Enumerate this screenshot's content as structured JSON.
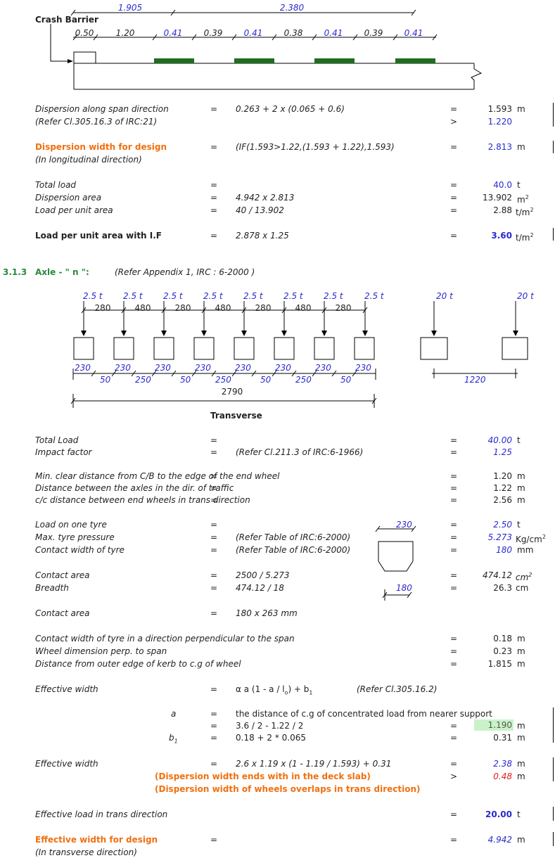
{
  "crash_barrier": {
    "title": "Crash Barrier",
    "top_dims": [
      "1.905",
      "2.380"
    ],
    "lower_dims": [
      "0.50",
      "1.20",
      "0.41",
      "0.39",
      "0.41",
      "0.38",
      "0.41",
      "0.39",
      "0.41"
    ]
  },
  "dispersion_span": {
    "label": "Dispersion along span direction",
    "ref": "(Refer Cl.305.16.3 of IRC:21)",
    "formula": "0.263 + 2 x (0.065 + 0.6)",
    "value": "1.593",
    "unit": "m",
    "limit": "1.220"
  },
  "dispersion_design": {
    "label": "Dispersion width for design",
    "sub": "(In longitudinal direction)",
    "formula": "(IF(1.593>1.22,(1.593 + 1.22),1.593)",
    "value": "2.813",
    "unit": "m"
  },
  "loads": {
    "total_label": "Total load",
    "total_value": "40.0",
    "total_unit": "t",
    "area_label": "Dispersion area",
    "area_formula": "4.942 x 2.813",
    "area_value": "13.902",
    "area_unit": "m",
    "unit_label": "Load per unit area",
    "unit_formula": "40 / 13.902",
    "unit_value": "2.88",
    "unit_unit": "t/m",
    "if_label": "Load per unit area with I.F",
    "if_formula": "2.878 x 1.25",
    "if_value": "3.60",
    "if_unit": "t/m"
  },
  "section": {
    "number": "3.1.3",
    "title": "Axle - \" n \":",
    "ref": "(Refer Appendix 1, IRC : 6-2000 )"
  },
  "axle_diagram": {
    "wheel_loads": [
      "2.5 t",
      "2.5 t",
      "2.5 t",
      "2.5 t",
      "2.5 t",
      "2.5 t",
      "2.5 t",
      "2.5 t"
    ],
    "spacings": [
      "280",
      "480",
      "280",
      "480",
      "280",
      "480",
      "280"
    ],
    "big_loads": [
      "20 t",
      "20 t"
    ],
    "tyre_width": "230",
    "gaps": [
      "50",
      "250",
      "50",
      "250",
      "50",
      "250",
      "50"
    ],
    "total_span": "2790",
    "big_gap": "1220",
    "caption": "Transverse"
  },
  "rows": {
    "total_load": {
      "label": "Total Load",
      "value": "40.00",
      "unit": "t"
    },
    "impact": {
      "label": "Impact factor",
      "ref": "(Refer Cl.211.3 of IRC:6-1966)",
      "value": "1.25"
    },
    "min_clear": {
      "label": "Min. clear distance from C/B to the edge  of the end wheel",
      "value": "1.20",
      "unit": "m"
    },
    "axle_dist": {
      "label": "Distance between the axles in the dir. of traffic",
      "value": "1.22",
      "unit": "m"
    },
    "cc_dist": {
      "label": "c/c distance between end wheels in trans direction",
      "value": "2.56",
      "unit": "m"
    },
    "tyre_load": {
      "label": "Load on one tyre",
      "value": "2.50",
      "unit": "t"
    },
    "tyre_pressure": {
      "label": "Max. tyre pressure",
      "ref": "(Refer Table of IRC:6-2000)",
      "value": "5.273",
      "unit": "Kg/cm"
    },
    "contact_width": {
      "label": "Contact width of tyre",
      "ref": "(Refer Table of IRC:6-2000)",
      "value": "180",
      "unit": "mm"
    },
    "tyre_top": "230",
    "tyre_bottom": "180",
    "contact_area": {
      "label": "Contact area",
      "formula": "2500 / 5.273",
      "value": "474.12",
      "unit": "cm"
    },
    "breadth": {
      "label": "Breadth",
      "formula": "474.12 / 18",
      "value": "26.3",
      "unit": "cm"
    },
    "contact_area2": {
      "label": "Contact area",
      "formula": "180 x 263 mm"
    },
    "cw_perp": {
      "label": "Contact width of tyre in a direction perpendicular to the span",
      "value": "0.18",
      "unit": "m"
    },
    "wheel_perp": {
      "label": "Wheel dimension perp. to span",
      "value": "0.23",
      "unit": "m"
    },
    "kerb_dist": {
      "label": "Distance from outer edge of kerb to c.g of wheel",
      "value": "1.815",
      "unit": "m"
    },
    "eff_width_formula": {
      "label": "Effective width",
      "formula": "α a (1 - a / l",
      "formula_tail": ") + b",
      "ref": "(Refer Cl.305.16.2)"
    },
    "a_def": {
      "sym": "a",
      "text": "the distance of c.g of concentrated load from nearer support"
    },
    "a_calc": {
      "formula": "3.6 / 2 - 1.22 / 2",
      "value": "1.190",
      "unit": "m"
    },
    "b1_calc": {
      "sym": "b",
      "formula": "0.18 + 2 * 0.065",
      "value": "0.31",
      "unit": "m"
    },
    "eff_width": {
      "label": "Effective width",
      "formula": "2.6 x 1.19 x (1 - 1.19 / 1.593) + 0.31",
      "value": "2.38",
      "unit": "m",
      "limit": "0.48"
    },
    "note1": "(Dispersion width ends with in the deck slab)",
    "note2": "(Dispersion width of wheels overlaps in trans direction)",
    "eff_load": {
      "label": "Effective load in trans direction",
      "value": "20.00",
      "unit": "t"
    },
    "eff_design": {
      "label": "Effective width for design",
      "sub": "(In transverse direction)",
      "value": "4.942",
      "unit": "m"
    }
  },
  "symbols": {
    "eq": "=",
    "gt": ">",
    "two": "2",
    "one": "1",
    "o": "o"
  }
}
